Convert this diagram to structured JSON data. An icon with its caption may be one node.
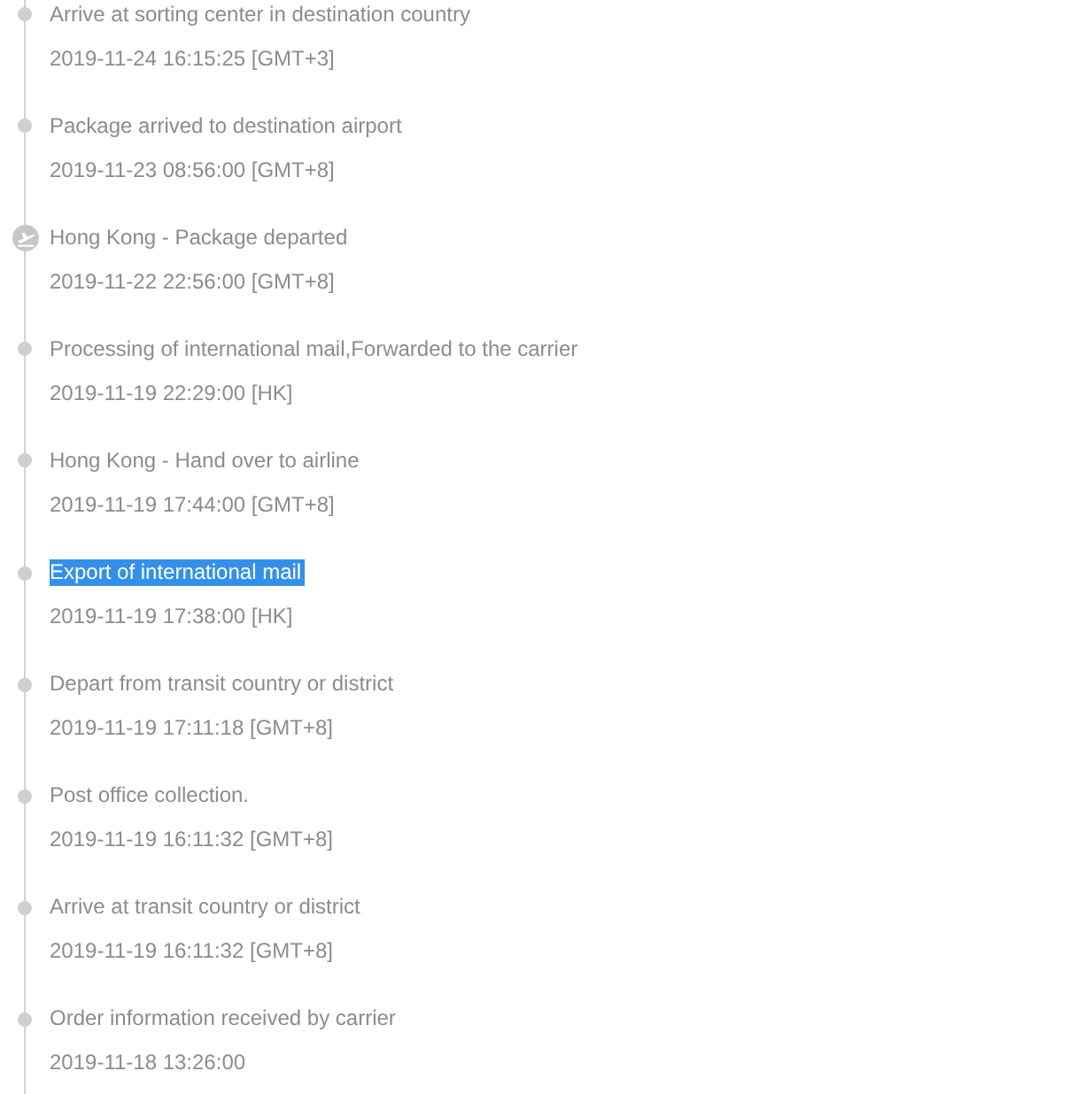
{
  "diagram": {
    "labels": [
      "Arrive at sorting center in destination country",
      "2019-11-24 16:15:25 [GMT+3]",
      "Package arrived to destination airport",
      "2019-11-23 08:56:00 [GMT+8]",
      "Hong Kong - Package departed",
      "2019-11-22 22:56:00 [GMT+8]",
      "Processing of international mail,Forwarded to the carrier",
      "2019-11-19 22:29:00 [HK]",
      "Hong Kong - Hand over to airline",
      "2019-11-19 17:44:00 [GMT+8]",
      "Export of international mail",
      "2019-11-19 17:38:00 [HK]",
      "Depart from transit country or district",
      "2019-11-19 17:11:18 [GMT+8]",
      "Post office collection.",
      "2019-11-19 16:11:32 [GMT+8]",
      "Arrive at transit country or district",
      "2019-11-19 16:11:32 [GMT+8]",
      "Order information received by carrier",
      "2019-11-18 13:26:00"
    ]
  }
}
